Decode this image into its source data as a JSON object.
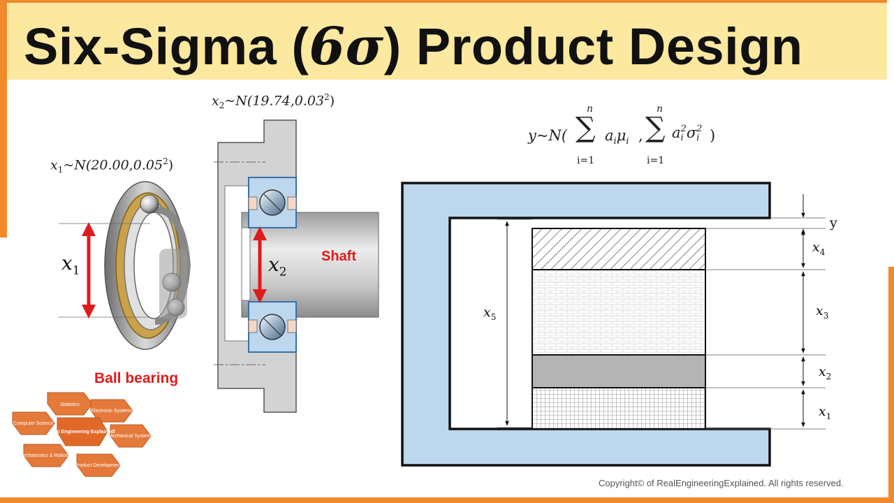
{
  "title": {
    "before": "Six-Sigma (",
    "symbol": "6σ",
    "after": ") Product Design"
  },
  "formulas": {
    "x1_var": "x",
    "x1_sub": "1",
    "x1_dist": "~N(20.00,0.05",
    "x1_sq": "2",
    "x1_close": ")",
    "x2_var": "x",
    "x2_sub": "2",
    "x2_dist": "~N(19.74,0.03",
    "x2_sq": "2",
    "x2_close": ")",
    "y_lhs": "y~N(",
    "sum_upper": "n",
    "sum_lower": "i=1",
    "term1": "a",
    "term1_sub": "i",
    "term1_mu": "μ",
    "term1_mu_sub": "i",
    "comma": ",",
    "term2": "a",
    "term2_sup": "2",
    "term2_sub": "i",
    "term2_sigma": "σ",
    "term2_sigma_sup": "2",
    "term2_sigma_sub": "i",
    "close": ")"
  },
  "labels": {
    "shaft": "Shaft",
    "ball_bearing": "Ball bearing",
    "bearing_x1": "x",
    "bearing_x1_sub": "1",
    "housing_x2": "x",
    "housing_x2_sub": "2"
  },
  "assembly": {
    "y": "y",
    "x4": "x",
    "x4_sub": "4",
    "x3": "x",
    "x3_sub": "3",
    "x2": "x",
    "x2_sub": "2",
    "x1": "x",
    "x1_sub": "1",
    "x5": "x",
    "x5_sub": "5"
  },
  "logo": {
    "center": "Real Engineering Explained!",
    "hexes": [
      "Statistics",
      "Electronic Systems",
      "Computer Science",
      "Mechanical Systems",
      "Mechatronics & Robotics",
      "Product Development"
    ]
  },
  "copyright": "Copyright© of RealEngineeringExplained. All rights reserved.",
  "colors": {
    "accent": "#f08a2a",
    "title_bg": "#fde8a0",
    "housing_fill": "#bdd7ee",
    "red": "#e01b1b",
    "hex": "#e5793a"
  }
}
